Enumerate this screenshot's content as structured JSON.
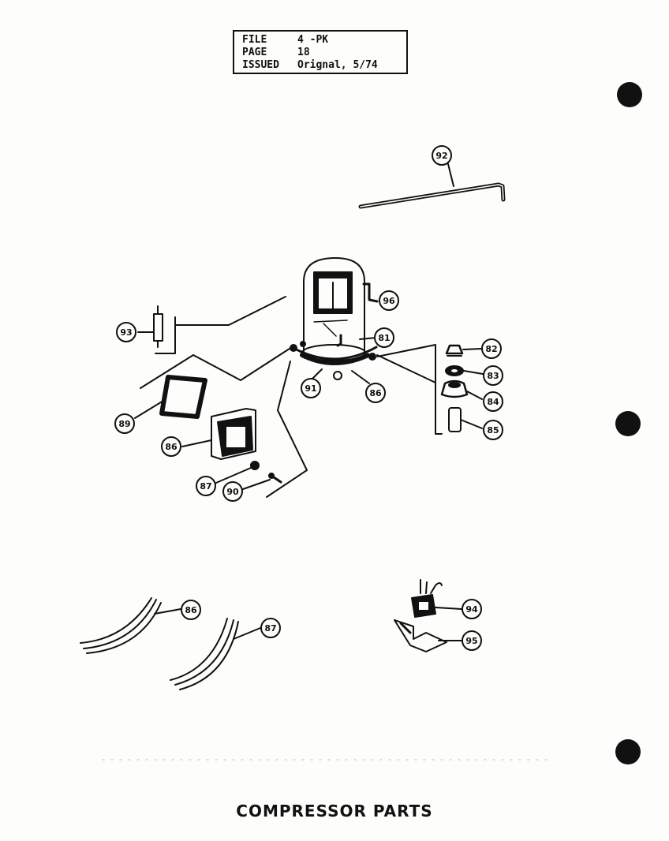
{
  "header": {
    "file_label": "FILE",
    "file_value": "4 -PK",
    "page_label": "PAGE",
    "page_value": "18",
    "issued_label": "ISSUED",
    "issued_value": "Orignal, 5/74"
  },
  "title": "COMPRESSOR PARTS",
  "callouts": {
    "tube": "92",
    "relay_top": "96",
    "capacitor": "93",
    "compressor": "81",
    "grommet_bolt": "82",
    "washer": "83",
    "grommet": "84",
    "sleeve": "85",
    "base_left": "91",
    "base_foot": "86",
    "gasket": "89",
    "cover": "86",
    "nut": "87",
    "screw": "90",
    "harness_a": "86",
    "harness_b": "87",
    "switch": "94",
    "bracket": "95"
  }
}
